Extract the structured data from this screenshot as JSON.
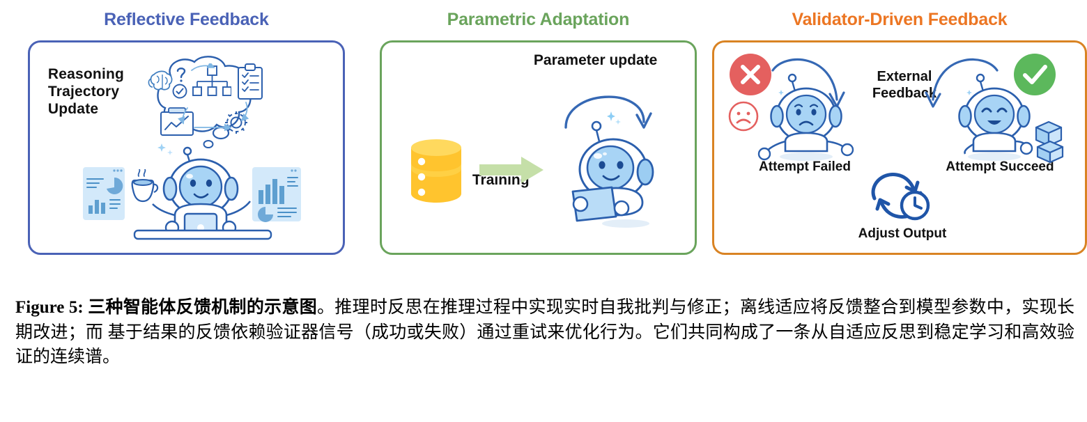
{
  "figure": {
    "caption_prefix": "Figure 5:",
    "caption_bold": " 三种智能体反馈机制的示意图",
    "caption_rest": "。推理时反思在推理过程中实现实时自我批判与修正；离线适应将反馈整合到模型参数中，实现长期改进；而 基于结果的反馈依赖验证器信号（成功或失败）通过重试来优化行为。它们共同构成了一条从自适应反思到稳定学习和高效验证的连续谱。"
  },
  "colors": {
    "panel1_accent": "#4a62b6",
    "panel2_accent": "#6aa45c",
    "panel3_accent": "#d98323",
    "robot_line": "#2b5fad",
    "robot_fill": "#a8d4f5",
    "database_yellow": "#ffc42e",
    "arrow_green": "#c5dfa8",
    "fail_red": "#e4605f",
    "success_green": "#5cb85c"
  },
  "panels": [
    {
      "id": "reflective-feedback",
      "title": "Reflective Feedback",
      "labels": {
        "main": "Reasoning\nTrajectory\nUpdate"
      },
      "icons": [
        "brain-icon",
        "question-mark-icon",
        "check-circle-icon",
        "flowchart-icon",
        "clipboard-checklist-icon",
        "chart-board-icon",
        "gear-icon",
        "thought-bubble-icon",
        "robot-icon",
        "coffee-cup-icon",
        "dashboard-panel-icon",
        "bar-chart-panel-icon",
        "desk-icon"
      ]
    },
    {
      "id": "parametric-adaptation",
      "title": "Parametric Adaptation",
      "labels": {
        "parameter_update": "Parameter update",
        "training": "Training"
      },
      "icons": [
        "database-icon",
        "arrow-right-icon",
        "loop-arrow-icon",
        "robot-with-tablet-icon",
        "sparkle-icon"
      ]
    },
    {
      "id": "validator-driven-feedback",
      "title": "Validator-Driven Feedback",
      "labels": {
        "external_feedback": "External\nFeedback",
        "attempt_failed": "Attempt Failed",
        "attempt_succeed": "Attempt Succeed",
        "adjust_output": "Adjust Output"
      },
      "icons": [
        "x-circle-icon",
        "sad-face-icon",
        "sad-robot-icon",
        "curved-arrow-icon",
        "check-circle-icon",
        "happy-robot-icon",
        "blocks-icon",
        "refresh-clock-icon"
      ]
    }
  ]
}
